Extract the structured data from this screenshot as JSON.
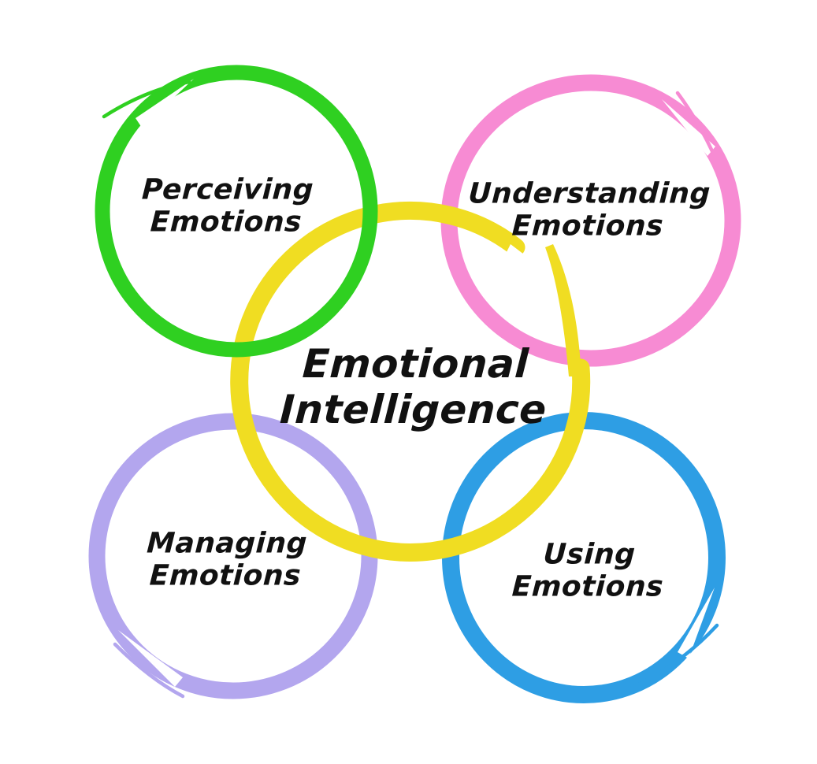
{
  "diagram": {
    "title": "Emotional Intelligence",
    "background_color": "#ffffff",
    "text_color": "#111111",
    "center": {
      "id": "emotional-intelligence",
      "line1": "Emotional",
      "line2": "Intelligence",
      "color": "#f0dd22"
    },
    "nodes": [
      {
        "id": "perceiving-emotions",
        "line1": "Perceiving",
        "line2": "Emotions",
        "color": "#2fd021",
        "position": "top-left"
      },
      {
        "id": "understanding-emotions",
        "line1": "Understanding",
        "line2": "Emotions",
        "color": "#f78bd3",
        "position": "top-right"
      },
      {
        "id": "managing-emotions",
        "line1": "Managing",
        "line2": "Emotions",
        "color": "#b3a6ee",
        "position": "bottom-left"
      },
      {
        "id": "using-emotions",
        "line1": "Using",
        "line2": "Emotions",
        "color": "#2e9ee4",
        "position": "bottom-right"
      }
    ]
  }
}
